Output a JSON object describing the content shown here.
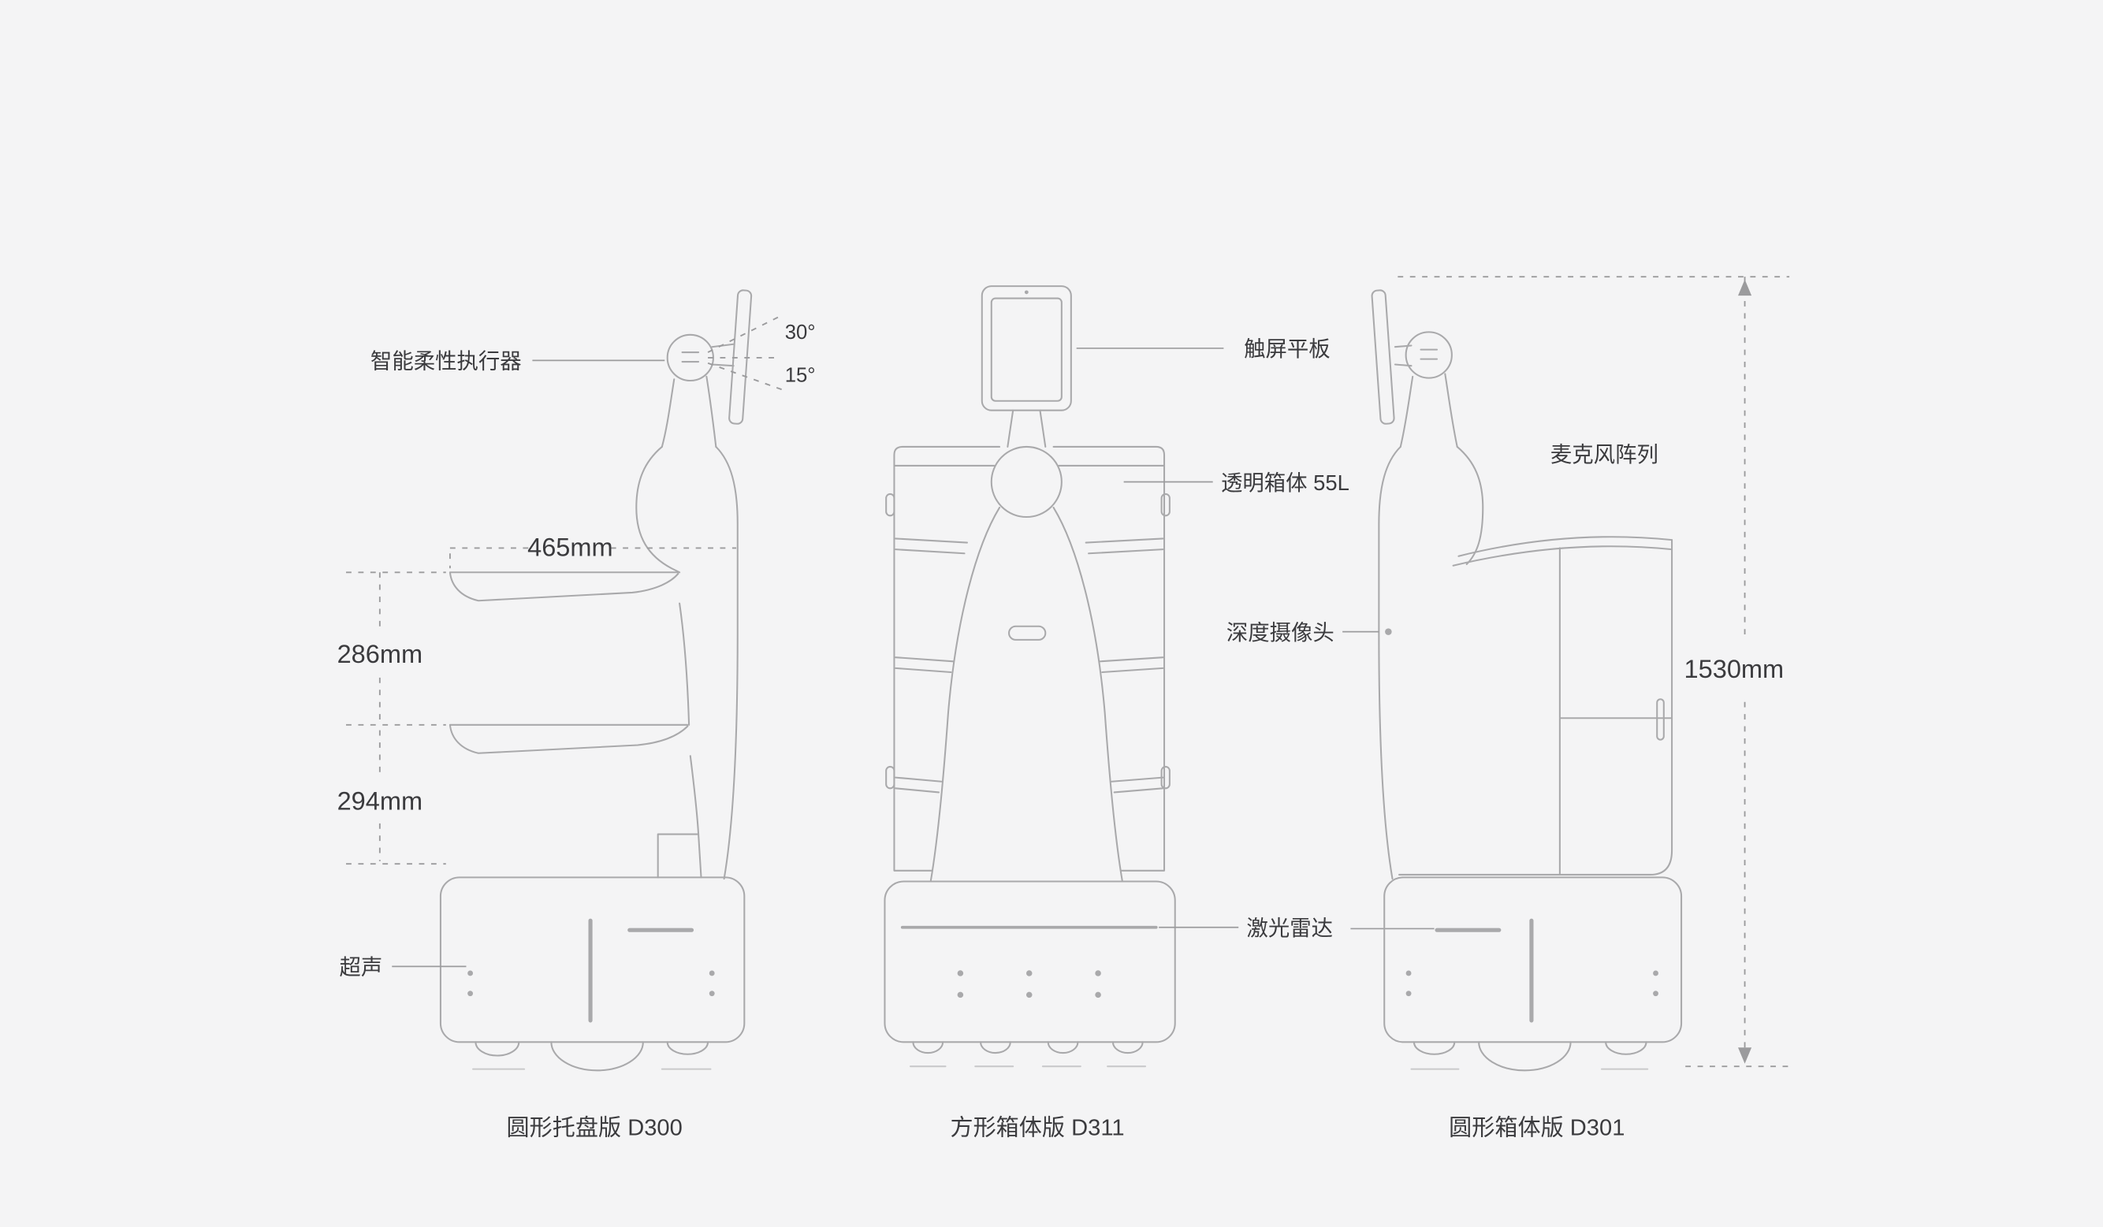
{
  "page": {
    "colors": {
      "bg": "#f4f4f5",
      "line": "#a9a9ab",
      "line2": "#9b9b9d",
      "text": "#3b3b3e"
    }
  },
  "models": {
    "d300": {
      "caption": "圆形托盘版 D300",
      "labels": {
        "actuator": "智能柔性执行器",
        "angle_up": "30°",
        "angle_down": "15°",
        "tray_width": "465mm",
        "gap_upper": "286mm",
        "gap_lower": "294mm",
        "ultrasonic": "超声"
      }
    },
    "d311": {
      "caption": "方形箱体版 D311",
      "labels": {
        "touchscreen": "触屏平板",
        "cabinet": "透明箱体 55L",
        "lidar": "激光雷达"
      }
    },
    "d301": {
      "caption": "圆形箱体版 D301",
      "labels": {
        "mic_array": "麦克风阵列",
        "depth_camera": "深度摄像头",
        "height": "1530mm"
      }
    }
  }
}
